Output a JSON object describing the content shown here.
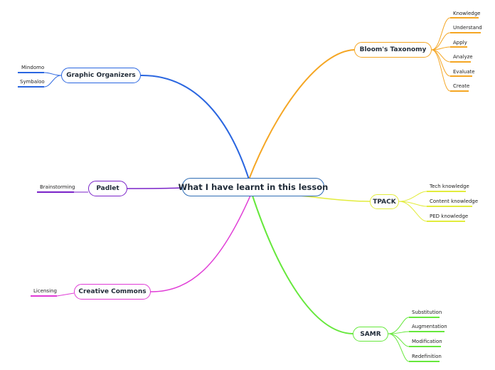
{
  "central": {
    "label": "What I have learnt in this lesson",
    "color": "#2f6db5"
  },
  "branches": {
    "blooms": {
      "label": "Bloom's Taxonomy",
      "color": "#f5a623",
      "leaves": [
        "Knowledge",
        "Understand",
        "Apply",
        "Analyze",
        "Evaluate",
        "Create"
      ]
    },
    "tpack": {
      "label": "TPACK",
      "color": "#e2ec3c",
      "leaves": [
        "Tech knowledge",
        "Content knowledge",
        "PED knowledge"
      ]
    },
    "samr": {
      "label": "SAMR",
      "color": "#66e83c",
      "leaves": [
        "Substitution",
        "Augmentation",
        "Modification",
        "Redefinition"
      ]
    },
    "graphic": {
      "label": "Graphic Organizers",
      "color": "#2a66e0",
      "leaves": [
        "Mindomo",
        "Symbaloo"
      ]
    },
    "padlet": {
      "label": "Padlet",
      "color": "#7a22c8",
      "leaves": [
        "Brainstorming"
      ]
    },
    "creative": {
      "label": "Creative Commons",
      "color": "#e03bd6",
      "leaves": [
        "Licensing"
      ]
    }
  }
}
